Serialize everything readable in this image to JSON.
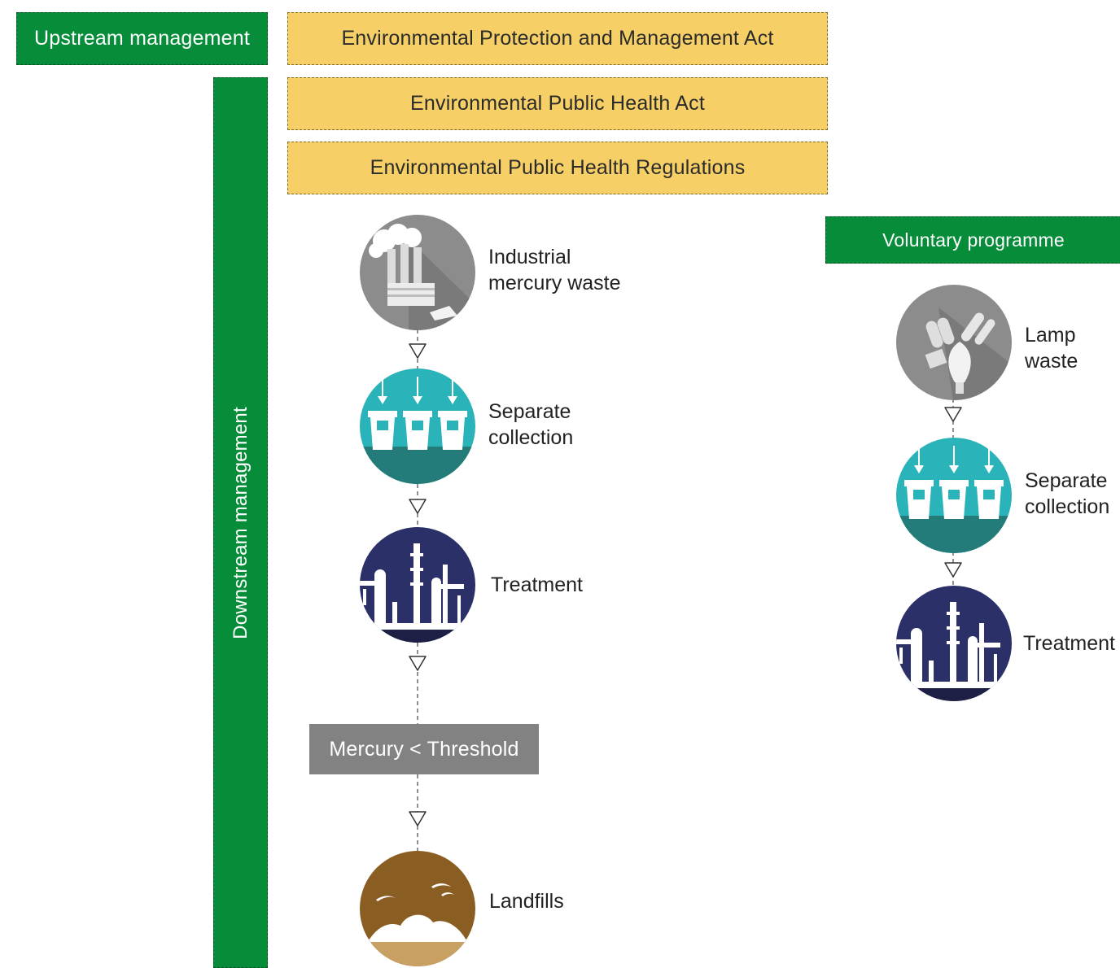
{
  "upstream": {
    "label": "Upstream management"
  },
  "downstream": {
    "label": "Downstream management"
  },
  "regulations": [
    "Environmental Protection and Management Act",
    "Environmental Public Health Act",
    "Environmental Public Health Regulations"
  ],
  "voluntary": {
    "label": "Voluntary programme"
  },
  "main_flow": {
    "industrial": {
      "line1": "Industrial",
      "line2": "mercury waste",
      "icon": "factory-icon"
    },
    "collection": {
      "line1": "Separate",
      "line2": "collection",
      "icon": "recycle-bins-icon"
    },
    "treatment": {
      "label": "Treatment",
      "icon": "treatment-plant-icon"
    },
    "threshold": {
      "label": "Mercury < Threshold"
    },
    "landfill": {
      "label": "Landfills",
      "icon": "landfill-icon"
    }
  },
  "voluntary_flow": {
    "lamp": {
      "line1": "Lamp",
      "line2": "waste",
      "icon": "lamp-bulbs-icon"
    },
    "collection": {
      "line1": "Separate",
      "line2": "collection",
      "icon": "recycle-bins-icon"
    },
    "treatment": {
      "label": "Treatment",
      "icon": "treatment-plant-icon"
    }
  },
  "colors": {
    "green": "#078d3a",
    "yellow": "#f6d066",
    "grey_box": "#828282",
    "grey_icon": "#8c8c8c",
    "teal_icon": "#2ab3b8",
    "navy_icon": "#2b3068",
    "brown_icon": "#8a5d22"
  }
}
